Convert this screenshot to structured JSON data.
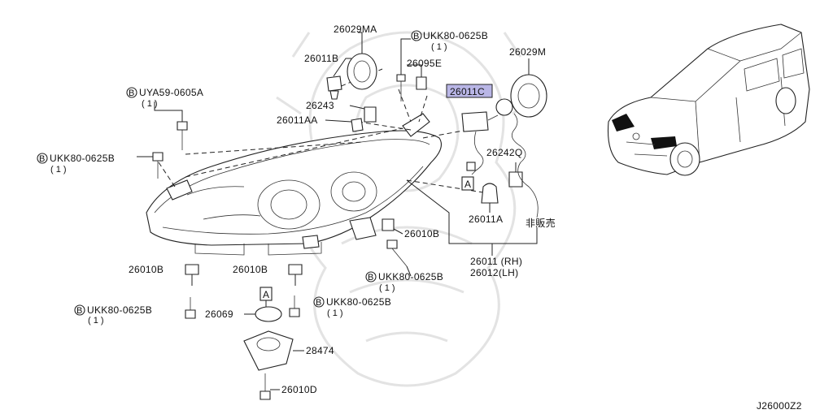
{
  "diagram_code": "J26000Z2",
  "not_sold_note": "非販売",
  "box_marker": "A",
  "callouts": {
    "p26029MA": "26029MA",
    "pUKK_top": "UKK80-0625B",
    "pUKK_top_qty": "( 1 )",
    "p26011B": "26011B",
    "p26095E": "26095E",
    "p26029M": "26029M",
    "pUYA": "UYA59-0605A",
    "pUYA_qty": "( 1 )",
    "p26011C": "26011C",
    "p26243": "26243",
    "p26011AA": "26011AA",
    "pUKK_left": "UKK80-0625B",
    "pUKK_left_qty": "( 1 )",
    "p26242Q": "26242Q",
    "p26011A": "26011A",
    "p26010B_right": "26010B",
    "p26010B_left": "26010B",
    "p26010B_mid": "26010B",
    "p26011RH": "26011 (RH)",
    "p26012LH": "26012(LH)",
    "pUKK_mid": "UKK80-0625B",
    "pUKK_mid_qty": "( 1 )",
    "pUKK_bottomleft": "UKK80-0625B",
    "pUKK_bottomleft_qty": "( 1 )",
    "pUKK_bottomright": "UKK80-0625B",
    "pUKK_bottomright_qty": "( 1 )",
    "p26069": "26069",
    "p28474": "28474",
    "p26010D": "26010D"
  },
  "bolt_marker": "B"
}
